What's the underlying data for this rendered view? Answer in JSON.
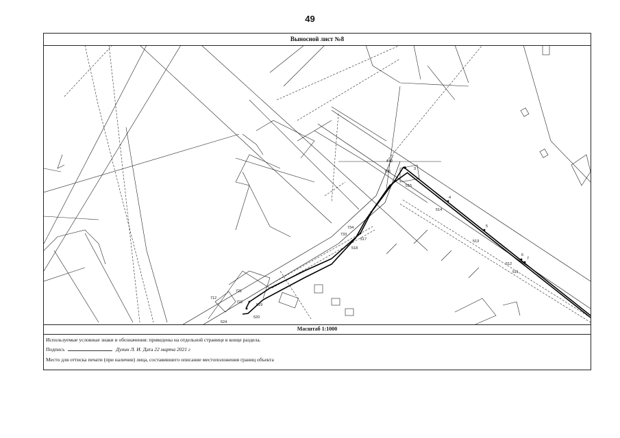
{
  "page_number": "49",
  "sheet_title": "Выносной лист №8",
  "scale": "Масштаб 1:1000",
  "footer": {
    "legend_note": "Используемые условные знаки и обозначения: приведены на отдельной странице в конце раздела.",
    "signature_prefix": "Подпись",
    "signature_name": "Дунин Л. И.",
    "date_prefix": "Дата",
    "date_value": "22 марта 2021 г",
    "stamp_note": "Место для оттиска печати (при наличии) лица, составившего описание местоположения границ объекта"
  },
  "map_labels": {
    "p742": "742",
    "p736": "736",
    "p3": "3",
    "p515": "515",
    "p4": "4",
    "p514": "514",
    "p5": "5",
    "p513": "513",
    "p6": "6",
    "p7": "7",
    "p512": "512",
    "p511": "511",
    "p734": "734",
    "p733": "733",
    "p517": "517",
    "p518": "518",
    "p712": "712",
    "p721": "721",
    "p722": "722",
    "p519": "519",
    "p520": "520",
    "p524": "524"
  }
}
